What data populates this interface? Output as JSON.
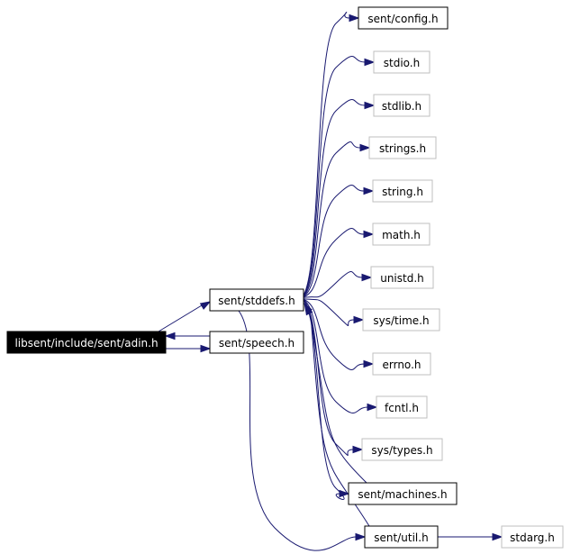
{
  "graph": {
    "edge_color": "#191970",
    "nodes": [
      {
        "id": "adin",
        "label": "libsent/include/sent/adin.h",
        "style": "root"
      },
      {
        "id": "stddefs",
        "label": "sent/stddefs.h",
        "style": "black"
      },
      {
        "id": "speech",
        "label": "sent/speech.h",
        "style": "black"
      },
      {
        "id": "config",
        "label": "sent/config.h",
        "style": "black"
      },
      {
        "id": "stdio",
        "label": "stdio.h",
        "style": "gray"
      },
      {
        "id": "stdlib",
        "label": "stdlib.h",
        "style": "gray"
      },
      {
        "id": "strings",
        "label": "strings.h",
        "style": "gray"
      },
      {
        "id": "string",
        "label": "string.h",
        "style": "gray"
      },
      {
        "id": "math",
        "label": "math.h",
        "style": "gray"
      },
      {
        "id": "unistd",
        "label": "unistd.h",
        "style": "gray"
      },
      {
        "id": "systime",
        "label": "sys/time.h",
        "style": "gray"
      },
      {
        "id": "errno",
        "label": "errno.h",
        "style": "gray"
      },
      {
        "id": "fcntl",
        "label": "fcntl.h",
        "style": "gray"
      },
      {
        "id": "systypes",
        "label": "sys/types.h",
        "style": "gray"
      },
      {
        "id": "machines",
        "label": "sent/machines.h",
        "style": "black"
      },
      {
        "id": "util",
        "label": "sent/util.h",
        "style": "black"
      },
      {
        "id": "stdarg",
        "label": "stdarg.h",
        "style": "gray"
      }
    ],
    "edges": [
      {
        "from": "adin",
        "to": "stddefs"
      },
      {
        "from": "adin",
        "to": "speech"
      },
      {
        "from": "speech",
        "to": "stddefs"
      },
      {
        "from": "stddefs",
        "to": "config"
      },
      {
        "from": "stddefs",
        "to": "stdio"
      },
      {
        "from": "stddefs",
        "to": "stdlib"
      },
      {
        "from": "stddefs",
        "to": "strings"
      },
      {
        "from": "stddefs",
        "to": "string"
      },
      {
        "from": "stddefs",
        "to": "math"
      },
      {
        "from": "stddefs",
        "to": "unistd"
      },
      {
        "from": "stddefs",
        "to": "systime"
      },
      {
        "from": "stddefs",
        "to": "errno"
      },
      {
        "from": "stddefs",
        "to": "fcntl"
      },
      {
        "from": "stddefs",
        "to": "systypes"
      },
      {
        "from": "stddefs",
        "to": "machines"
      },
      {
        "from": "stddefs",
        "to": "util"
      },
      {
        "from": "machines",
        "to": "stddefs"
      },
      {
        "from": "util",
        "to": "stddefs"
      },
      {
        "from": "util",
        "to": "stdarg"
      }
    ]
  }
}
